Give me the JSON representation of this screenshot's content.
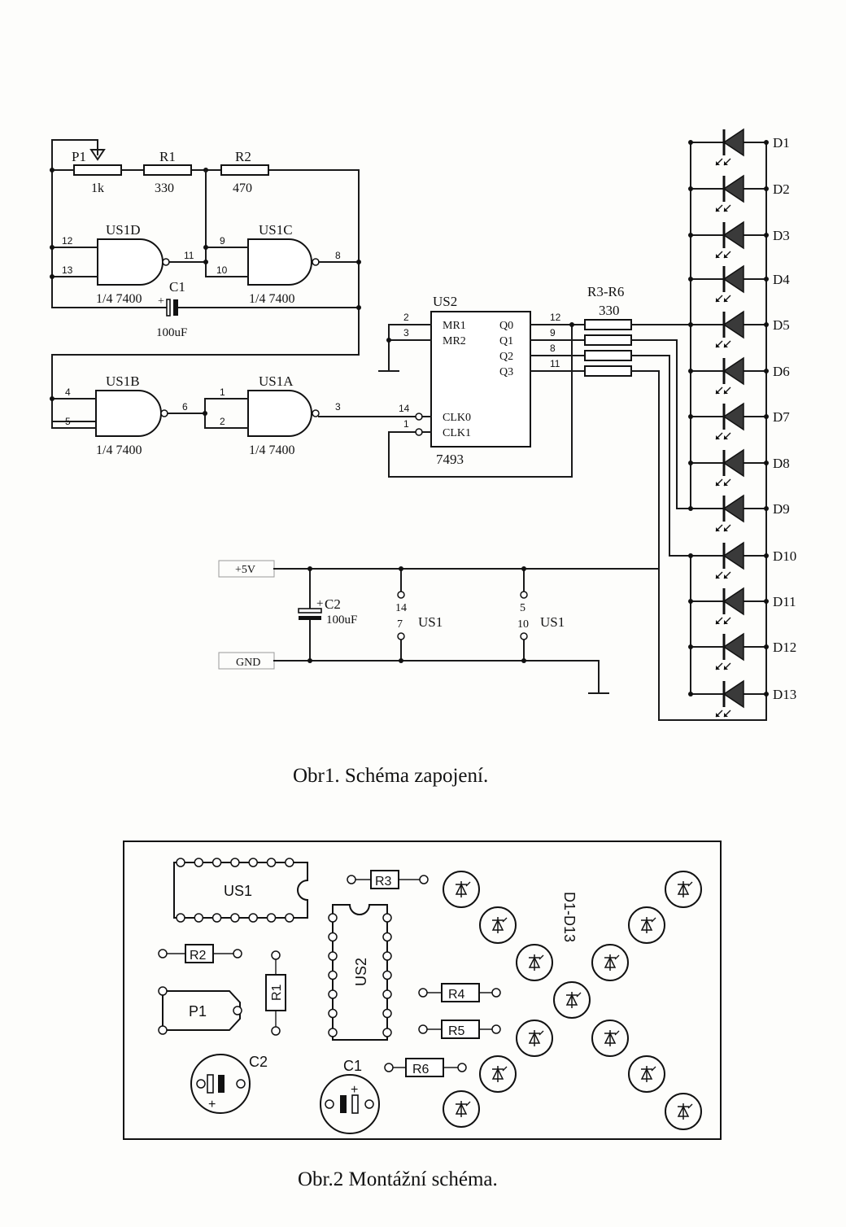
{
  "schematic": {
    "caption": "Obr1. Schéma zapojení.",
    "p1": {
      "name": "P1",
      "value": "1k"
    },
    "r1": {
      "name": "R1",
      "value": "330"
    },
    "r2": {
      "name": "R2",
      "value": "470"
    },
    "gates": [
      {
        "name": "US1D",
        "type": "1/4 7400",
        "in1": "12",
        "in2": "13",
        "out": "11"
      },
      {
        "name": "US1C",
        "type": "1/4 7400",
        "in1": "9",
        "in2": "10",
        "out": "8"
      },
      {
        "name": "US1B",
        "type": "1/4 7400",
        "in1": "4",
        "in2": "5",
        "out": "6"
      },
      {
        "name": "US1A",
        "type": "1/4 7400",
        "in1": "1",
        "in2": "2",
        "out": "3"
      }
    ],
    "c1": {
      "name": "C1",
      "value": "100uF"
    },
    "us2": {
      "name": "US2",
      "type": "7493",
      "pins": [
        {
          "num": "2",
          "label": "MR1"
        },
        {
          "num": "3",
          "label": "MR2"
        },
        {
          "num": "14",
          "label": "CLK0"
        },
        {
          "num": "1",
          "label": "CLK1"
        },
        {
          "num": "12",
          "label": "Q0"
        },
        {
          "num": "9",
          "label": "Q1"
        },
        {
          "num": "8",
          "label": "Q2"
        },
        {
          "num": "11",
          "label": "Q3"
        }
      ]
    },
    "resistors": {
      "name": "R3-R6",
      "value": "330"
    },
    "leds": [
      "D1",
      "D2",
      "D3",
      "D4",
      "D5",
      "D6",
      "D7",
      "D8",
      "D9",
      "D10",
      "D11",
      "D12",
      "D13"
    ],
    "power": {
      "vcc": "+5V",
      "gnd": "GND"
    },
    "c2": {
      "name": "C2",
      "value": "100uF"
    },
    "supply_pins": [
      {
        "top": "14",
        "bottom": "7",
        "chip": "US1"
      },
      {
        "top": "5",
        "bottom": "10",
        "chip": "US1"
      }
    ]
  },
  "layout": {
    "caption": "Obr.2 Montážní schéma.",
    "labels": {
      "us1": "US1",
      "us2": "US2",
      "r1": "R1",
      "r2": "R2",
      "r3": "R3",
      "r4": "R4",
      "r5": "R5",
      "r6": "R6",
      "p1": "P1",
      "c1": "C1",
      "c2": "C2",
      "leds": "D1-D13"
    }
  }
}
